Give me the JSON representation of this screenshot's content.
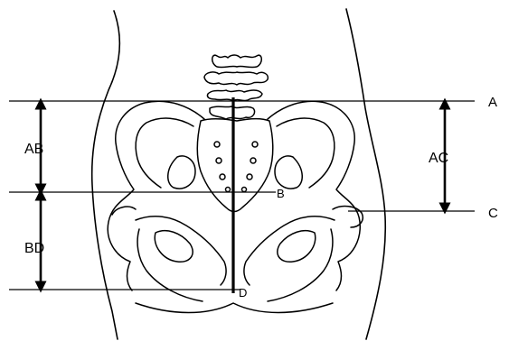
{
  "figure": {
    "labels": {
      "A": "A",
      "B": "B",
      "C": "C",
      "D": "D",
      "AB": "AB",
      "BD": "BD",
      "AC": "AC"
    }
  }
}
